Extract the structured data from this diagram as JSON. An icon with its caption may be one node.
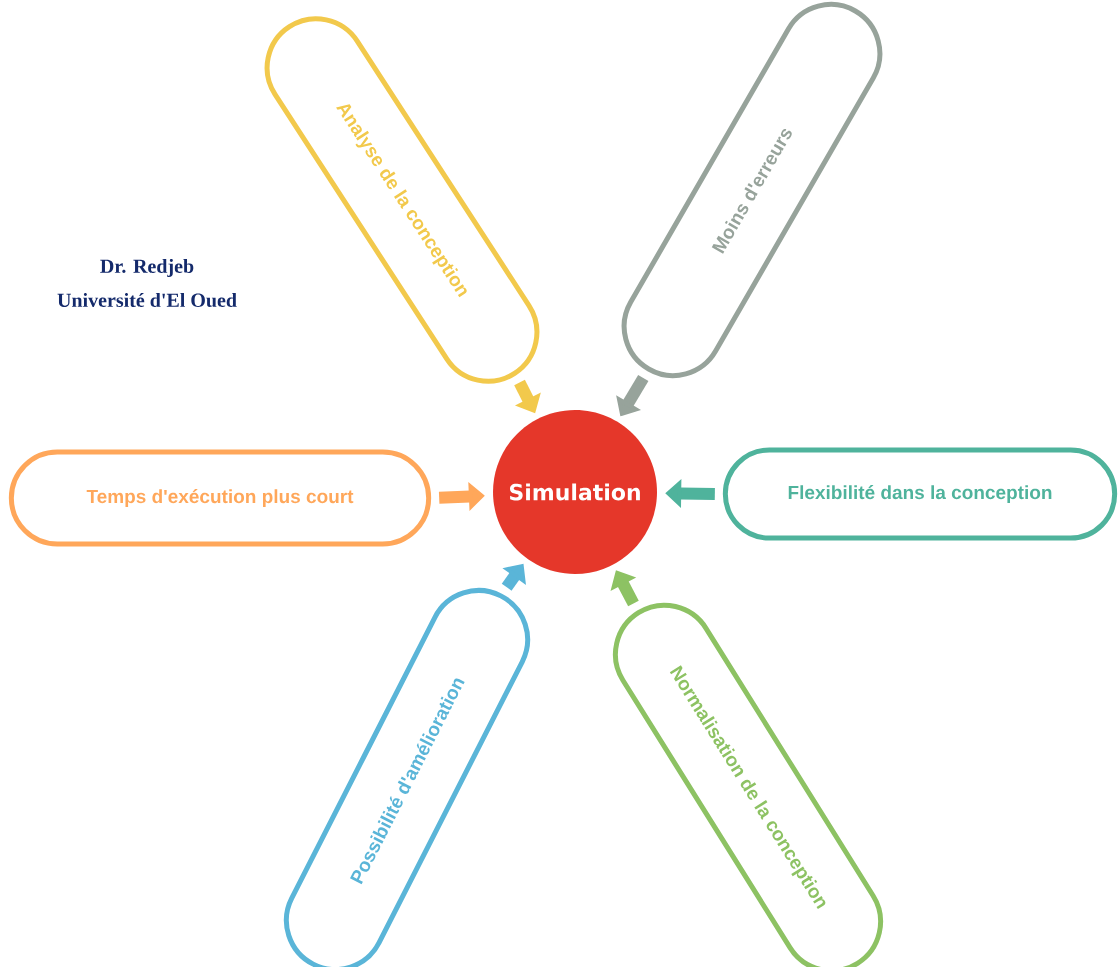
{
  "diagram": {
    "nodes": [
      {
        "text": [
          "Analyse de la conception"
        ]
      },
      {
        "text": [
          "Moins d'erreurs"
        ]
      },
      {
        "text": [
          "Temps d'exécution plus court"
        ]
      },
      {
        "text": [
          "Simulation"
        ]
      },
      {
        "text": [
          "Flexibilité dans la conception"
        ]
      },
      {
        "text": [
          "Possibilité d'amélioration"
        ]
      },
      {
        "text": [
          "Normalisation de la conception"
        ]
      }
    ],
    "edges": [
      {
        "from": 0,
        "to": 3,
        "arrow": "to",
        "color": "#f2c94c"
      },
      {
        "from": 1,
        "to": 3,
        "arrow": "to",
        "color": "#97a39b"
      },
      {
        "from": 2,
        "to": 3,
        "arrow": "to",
        "color": "#ffa75a"
      },
      {
        "from": 4,
        "to": 3,
        "arrow": "to",
        "color": "#4fb39c"
      },
      {
        "from": 5,
        "to": 3,
        "arrow": "to",
        "color": "#5ab5d8"
      },
      {
        "from": 6,
        "to": 3,
        "arrow": "to",
        "color": "#8dc263"
      }
    ],
    "labels": [
      "Dr. Redjeb",
      "Université d'El Oued"
    ]
  }
}
